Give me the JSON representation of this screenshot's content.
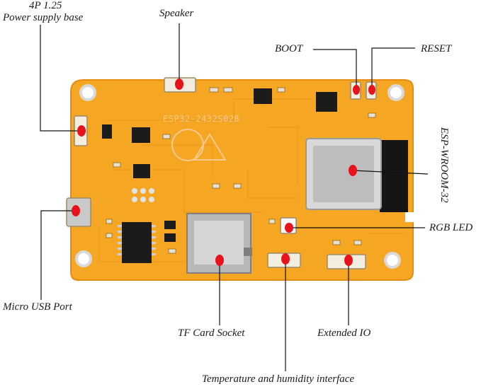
{
  "board": {
    "silkscreen": "ESP32-2432S028",
    "pcb_color": "#f5a623",
    "edge_color": "#e48b10",
    "marker_color": "#e8121b"
  },
  "labels": {
    "power_supply_line1": "4P 1.25",
    "power_supply_line2": "Power supply base",
    "speaker": "Speaker",
    "boot": "BOOT",
    "reset": "RESET",
    "esp_module": "ESP-WROOM-32",
    "rgb_led": "RGB LED",
    "micro_usb": "Micro USB Port",
    "tf_card": "TF Card Socket",
    "extended_io": "Extended IO",
    "temp_humidity": "Temperature and humidity interface"
  }
}
